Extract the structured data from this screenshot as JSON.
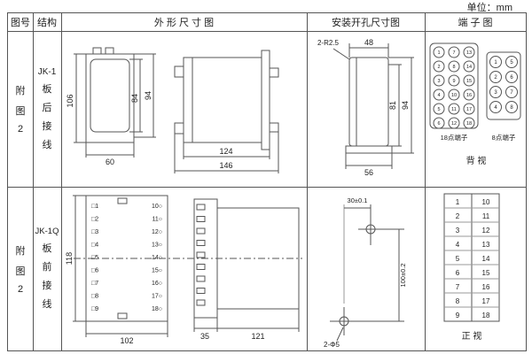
{
  "unit_label": "单位：mm",
  "header": {
    "fig_no": "图号",
    "structure": "结构",
    "outline": "外 形 尺 寸 图",
    "mounting": "安装开孔尺寸图",
    "terminal": "端 子 图"
  },
  "row1": {
    "fig": [
      "附",
      "图",
      "2"
    ],
    "structure": [
      "JK-1",
      "板",
      "后",
      "接",
      "线"
    ],
    "outline": {
      "h106": "106",
      "h84": "84",
      "h94": "94",
      "w60": "60",
      "w124": "124",
      "w146": "146"
    },
    "mounting": {
      "radius": "2-R2.5",
      "w48": "48",
      "h81": "81",
      "h94": "94",
      "w56": "56"
    },
    "terminal": {
      "digits18": [
        "1",
        "2",
        "3",
        "4",
        "5",
        "6",
        "7",
        "8",
        "9",
        "10",
        "11",
        "12",
        "13",
        "14",
        "15",
        "16",
        "17",
        "18"
      ],
      "digits8": [
        "1",
        "2",
        "3",
        "4",
        "5",
        "6",
        "7",
        "8"
      ],
      "label18": "18点端子",
      "label8": "8点端子",
      "view": "背 视"
    }
  },
  "row2": {
    "fig": [
      "附",
      "图",
      "2"
    ],
    "structure": [
      "JK-1Q",
      "板",
      "前",
      "接",
      "线"
    ],
    "outline": {
      "h118": "118",
      "w102": "102",
      "w35": "35",
      "w121": "121",
      "left_terms": [
        "□1",
        "□2",
        "□3",
        "□4",
        "□5",
        "□6",
        "□7",
        "□8",
        "□9"
      ],
      "right_terms": [
        "10○",
        "11○",
        "12○",
        "13○",
        "14○",
        "15○",
        "16○",
        "17○",
        "18○"
      ]
    },
    "mounting": {
      "horiz": "30±0.1",
      "vert": "100±0.2",
      "holes": "2-Φ5"
    },
    "terminal": {
      "left": [
        "1",
        "2",
        "3",
        "4",
        "5",
        "6",
        "7",
        "8",
        "9"
      ],
      "right": [
        "10",
        "11",
        "12",
        "13",
        "14",
        "15",
        "16",
        "17",
        "18"
      ],
      "view": "正 视"
    }
  }
}
